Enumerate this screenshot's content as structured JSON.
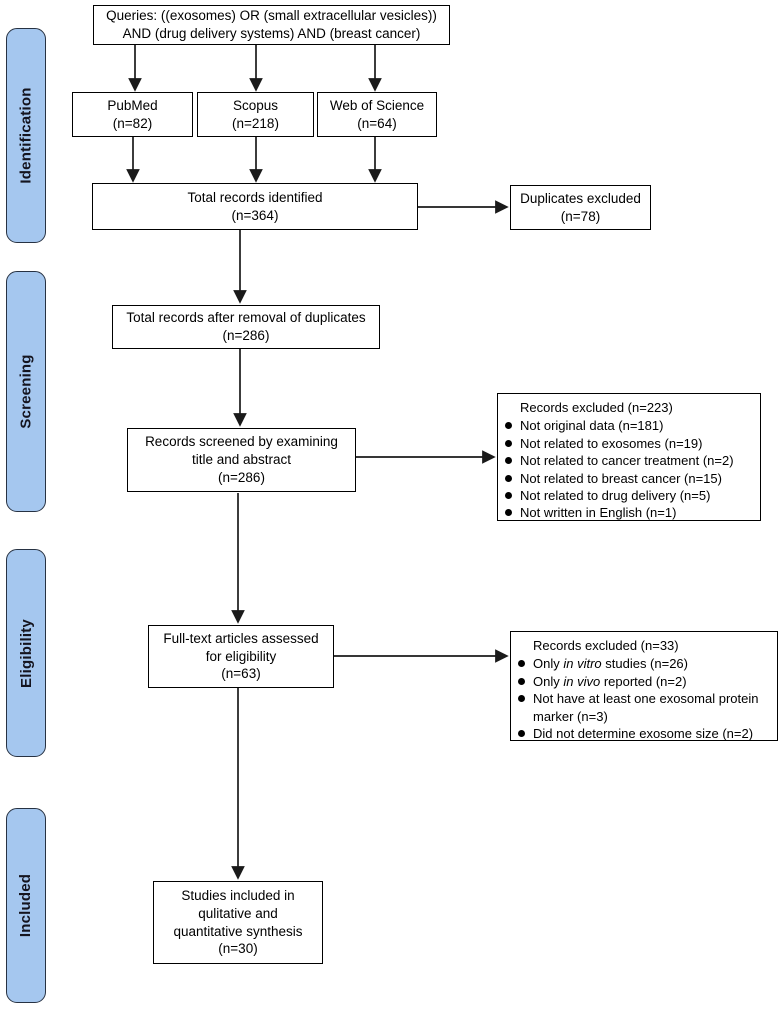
{
  "stages": [
    {
      "label": "Identification"
    },
    {
      "label": "Screening"
    },
    {
      "label": "Eligibility"
    },
    {
      "label": "Included"
    }
  ],
  "boxes": {
    "query": {
      "lines": [
        "Queries: ((exosomes) OR (small extracellular vesicles))",
        "AND (drug delivery systems) AND (breast cancer)"
      ]
    },
    "pubmed": {
      "lines": [
        "PubMed",
        "(n=82)"
      ]
    },
    "scopus": {
      "lines": [
        "Scopus",
        "(n=218)"
      ]
    },
    "web_of_science": {
      "lines": [
        "Web of Science",
        "(n=64)"
      ]
    },
    "total_identified": {
      "lines": [
        "Total records identified",
        "(n=364)"
      ]
    },
    "duplicates_excluded": {
      "lines": [
        "Duplicates excluded",
        "(n=78)"
      ]
    },
    "after_duplicates": {
      "lines": [
        "Total records after removal of duplicates",
        "(n=286)"
      ]
    },
    "screened": {
      "lines": [
        "Records screened by examining",
        "title and abstract",
        "(n=286)"
      ]
    },
    "excluded_screening": {
      "title": "Records excluded  (n=223)",
      "bullets": [
        {
          "pre": "Not original data  (n=181)",
          "italic": "",
          "post": ""
        },
        {
          "pre": "Not related to exosomes  (n=19)",
          "italic": "",
          "post": ""
        },
        {
          "pre": "Not related to cancer treatment (n=2)",
          "italic": "",
          "post": ""
        },
        {
          "pre": "Not related to breast cancer (n=15)",
          "italic": "",
          "post": ""
        },
        {
          "pre": "Not related to drug delivery (n=5)",
          "italic": "",
          "post": ""
        },
        {
          "pre": "Not written in English (n=1)",
          "italic": "",
          "post": ""
        }
      ]
    },
    "fulltext": {
      "lines": [
        "Full-text articles assessed",
        "for eligibility",
        "(n=63)"
      ]
    },
    "excluded_eligibility": {
      "title": "Records excluded  (n=33)",
      "bullets": [
        {
          "pre": "Only ",
          "italic": "in vitro",
          "post": " studies (n=26)"
        },
        {
          "pre": "Only ",
          "italic": "in vivo",
          "post": " reported   (n=2)"
        },
        {
          "pre": "Not have at least one exosomal  protein marker (n=3)",
          "italic": "",
          "post": ""
        },
        {
          "pre": "Did not determine exosome size (n=2)",
          "italic": "",
          "post": ""
        }
      ]
    },
    "included": {
      "lines": [
        "Studies included in",
        "qulitative and",
        "quantitative synthesis",
        "(n=30)"
      ]
    }
  },
  "colors": {
    "stage_fill": "#a5c7ef",
    "stage_border": "#273243",
    "box_border": "#000000",
    "arrow": "#1a1a1a"
  }
}
